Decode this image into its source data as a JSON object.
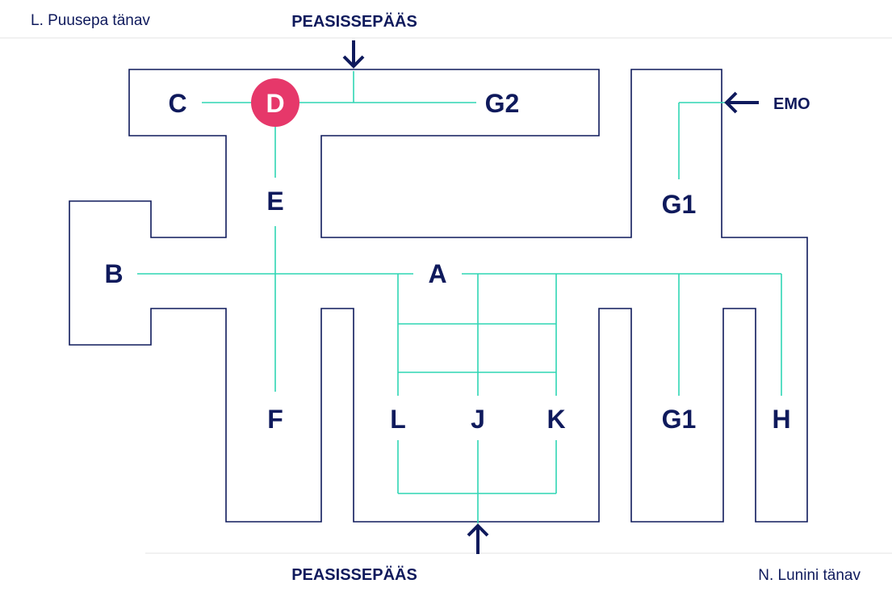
{
  "streets": {
    "top_left": "L. Puusepa tänav",
    "bottom_right": "N. Lunini tänav"
  },
  "entrances": {
    "main_top": "PEASISSEPÄÄS",
    "main_bottom": "PEASISSEPÄÄS",
    "emergency": "EMO"
  },
  "blocks": {
    "A": "A",
    "B": "B",
    "C": "C",
    "D": "D",
    "E": "E",
    "F": "F",
    "G1_top": "G1",
    "G1_bottom": "G1",
    "G2": "G2",
    "H": "H",
    "J": "J",
    "K": "K",
    "L": "L"
  },
  "colors": {
    "walls": "#0f1a5c",
    "routes": "#2fd6b4",
    "highlight": "#e6386a"
  },
  "highlighted_block": "D"
}
